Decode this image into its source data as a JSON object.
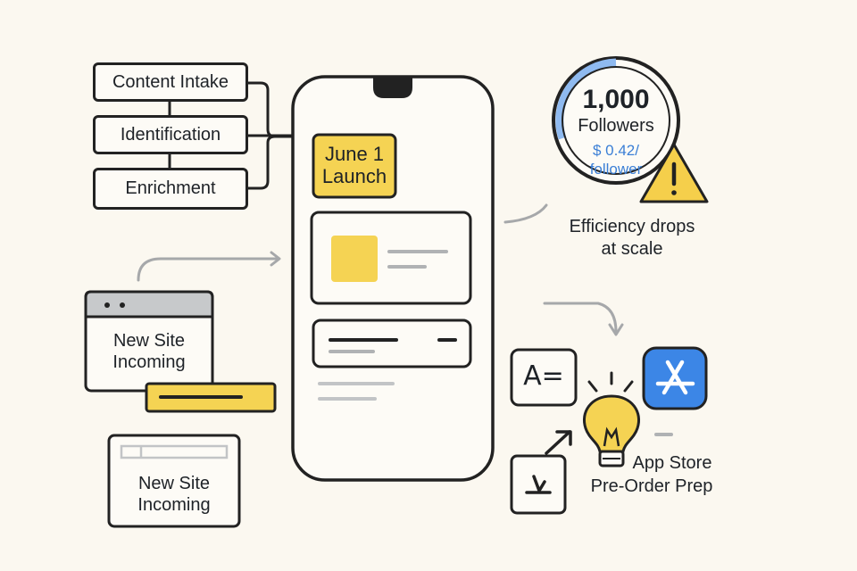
{
  "pipeline": {
    "steps": [
      "Content Intake",
      "Identification",
      "Enrichment"
    ]
  },
  "phone": {
    "launch_badge": [
      "June 1",
      "Launch"
    ]
  },
  "sites": {
    "first": [
      "New Site",
      "Incoming"
    ],
    "second": [
      "New Site",
      "Incoming"
    ]
  },
  "metrics": {
    "followers_count": "1,000",
    "followers_label": "Followers",
    "cost_value": "$ 0.42/",
    "cost_unit": "follower",
    "cost_color": "#3b7fd6",
    "warning_color": "#f5cf4b",
    "efficiency_note": [
      "Efficiency drops",
      "at scale"
    ]
  },
  "appstore": {
    "label": [
      "App Store",
      "Pre-Order Prep"
    ],
    "brand_color": "#3c86e6",
    "text_icon": "A="
  },
  "colors": {
    "accent_yellow": "#f5d353",
    "ring_blue": "#8fbaf0"
  }
}
